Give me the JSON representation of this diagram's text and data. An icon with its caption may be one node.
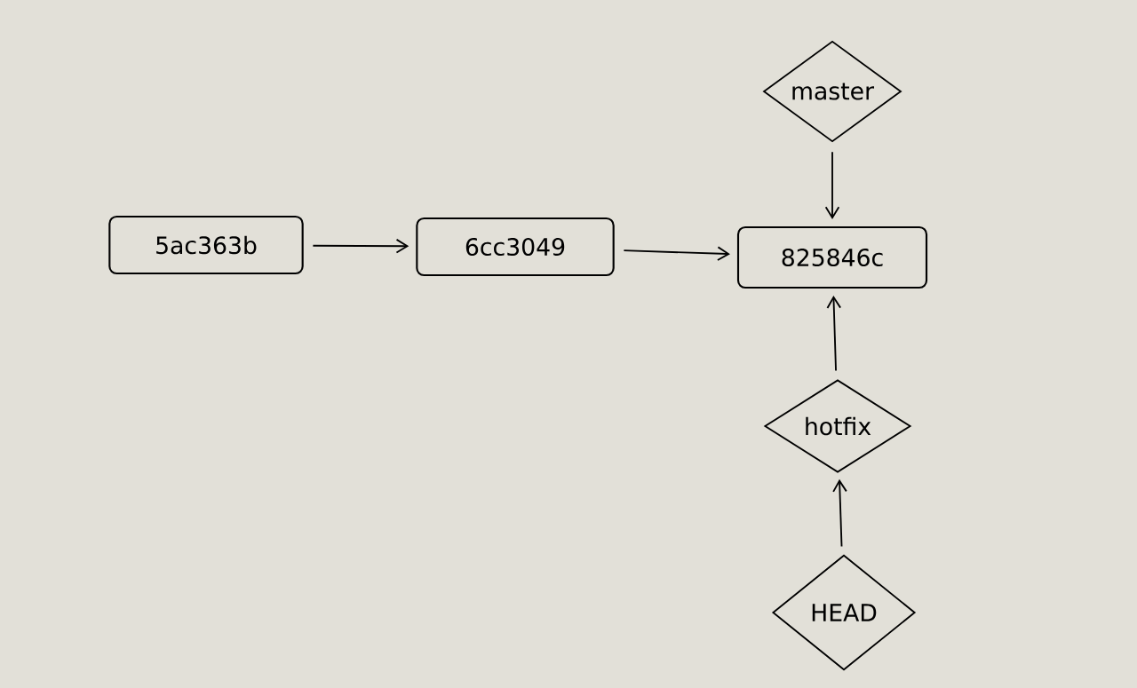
{
  "diagram": {
    "nodes": [
      {
        "text": [
          "5ac363b"
        ]
      },
      {
        "text": [
          "6cc3049"
        ]
      },
      {
        "text": [
          "825846c"
        ]
      },
      {
        "text": [
          "master"
        ]
      },
      {
        "text": [
          "hotfix"
        ]
      },
      {
        "text": [
          "HEAD"
        ]
      }
    ],
    "edges": [
      {
        "from": 0,
        "to": 1,
        "arrow": "to"
      },
      {
        "from": 1,
        "to": 2,
        "arrow": "to"
      },
      {
        "from": 3,
        "to": 2,
        "arrow": "to"
      },
      {
        "from": 4,
        "to": 2,
        "arrow": "to"
      },
      {
        "from": 5,
        "to": 4,
        "arrow": "to"
      }
    ]
  }
}
